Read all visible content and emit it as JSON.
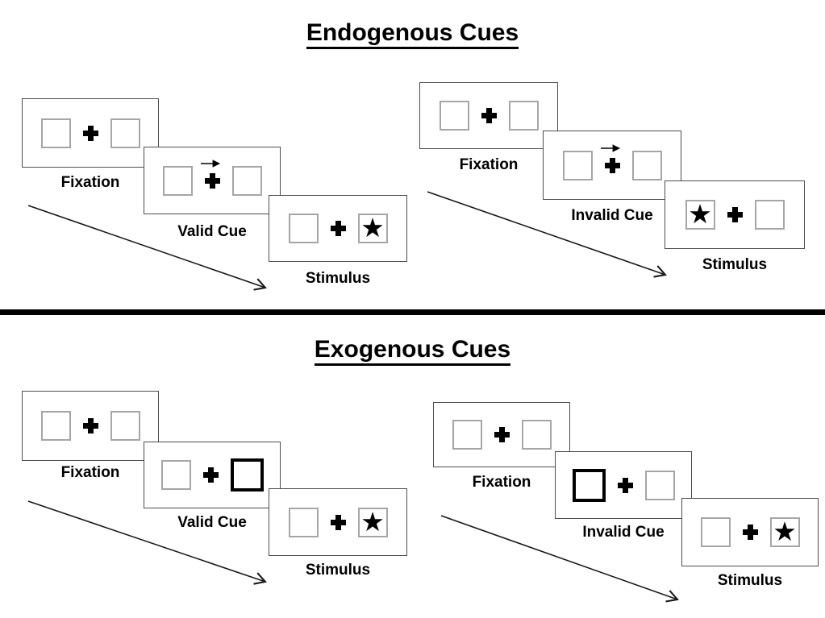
{
  "figure": {
    "background": "#ffffff",
    "colors": {
      "panel_border": "#4d4d4d",
      "square_border": "#a6a6a6",
      "cue_square_border": "#000000",
      "divider": "#000000",
      "ink": "#000000"
    },
    "glyphs": {
      "star": "★"
    },
    "icons": {
      "fixation_cross": "plus-shape",
      "cue_arrow": "right-arrow",
      "timeline_arrow": "diagonal-down-right-arrow"
    }
  },
  "sections": [
    {
      "title": "Endogenous Cues",
      "groups": [
        {
          "condition": "valid",
          "panels": [
            {
              "label": "Fixation",
              "cue": "none",
              "left_box": "empty",
              "right_box": "empty"
            },
            {
              "label": "Valid Cue",
              "cue": "arrow-right",
              "left_box": "empty",
              "right_box": "empty"
            },
            {
              "label": "Stimulus",
              "cue": "none",
              "left_box": "empty",
              "right_box": "star"
            }
          ]
        },
        {
          "condition": "invalid",
          "panels": [
            {
              "label": "Fixation",
              "cue": "none",
              "left_box": "empty",
              "right_box": "empty"
            },
            {
              "label": "Invalid Cue",
              "cue": "arrow-right",
              "left_box": "empty",
              "right_box": "empty"
            },
            {
              "label": "Stimulus",
              "cue": "none",
              "left_box": "star",
              "right_box": "empty"
            }
          ]
        }
      ]
    },
    {
      "title": "Exogenous Cues",
      "groups": [
        {
          "condition": "valid",
          "panels": [
            {
              "label": "Fixation",
              "cue": "none",
              "left_box": "empty",
              "right_box": "empty"
            },
            {
              "label": "Valid Cue",
              "cue": "highlight-right",
              "left_box": "empty",
              "right_box": "empty-bold"
            },
            {
              "label": "Stimulus",
              "cue": "none",
              "left_box": "empty",
              "right_box": "star"
            }
          ]
        },
        {
          "condition": "invalid",
          "panels": [
            {
              "label": "Fixation",
              "cue": "none",
              "left_box": "empty",
              "right_box": "empty"
            },
            {
              "label": "Invalid Cue",
              "cue": "highlight-left",
              "left_box": "empty-bold",
              "right_box": "empty"
            },
            {
              "label": "Stimulus",
              "cue": "none",
              "left_box": "empty",
              "right_box": "star"
            }
          ]
        }
      ]
    }
  ]
}
